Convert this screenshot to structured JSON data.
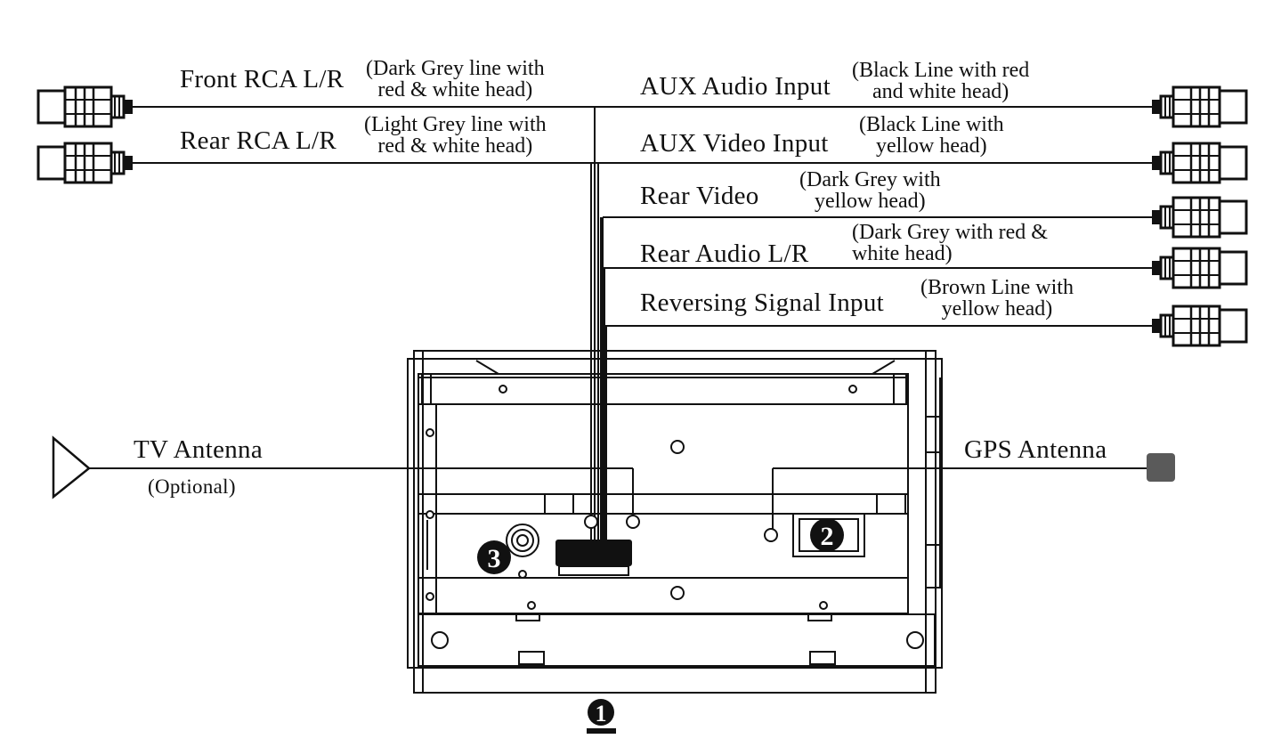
{
  "left_cables": [
    {
      "label": "Front RCA L/R",
      "note": [
        "(Dark Grey line with",
        "red & white head)"
      ]
    },
    {
      "label": "Rear RCA L/R",
      "note": [
        "(Light Grey line with",
        "red & white head)"
      ]
    }
  ],
  "right_cables": [
    {
      "label": "AUX Audio Input",
      "note": [
        "(Black Line with red",
        "and white  head)"
      ]
    },
    {
      "label": "AUX Video Input",
      "note": [
        "(Black Line with",
        "yellow head)"
      ]
    },
    {
      "label": "Rear Video",
      "note": [
        "(Dark Grey with",
        "yellow head)"
      ]
    },
    {
      "label": "Rear  Audio L/R",
      "note": [
        "(Dark Grey with  red &",
        "white head)"
      ]
    },
    {
      "label": "Reversing Signal Input",
      "note": [
        "(Brown Line with",
        "yellow head)"
      ]
    }
  ],
  "antennas": {
    "tv": {
      "label": "TV Antenna",
      "sub": "(Optional)"
    },
    "gps": {
      "label": "GPS Antenna"
    }
  },
  "markers": [
    "1",
    "2",
    "3"
  ],
  "icons": {
    "rca_plug": "rca-plug-icon",
    "tv_antenna": "tv-antenna-icon",
    "gps_antenna": "gps-antenna-icon"
  },
  "colors": {
    "line": "#111111",
    "gps_block": "#5a5a5a"
  }
}
